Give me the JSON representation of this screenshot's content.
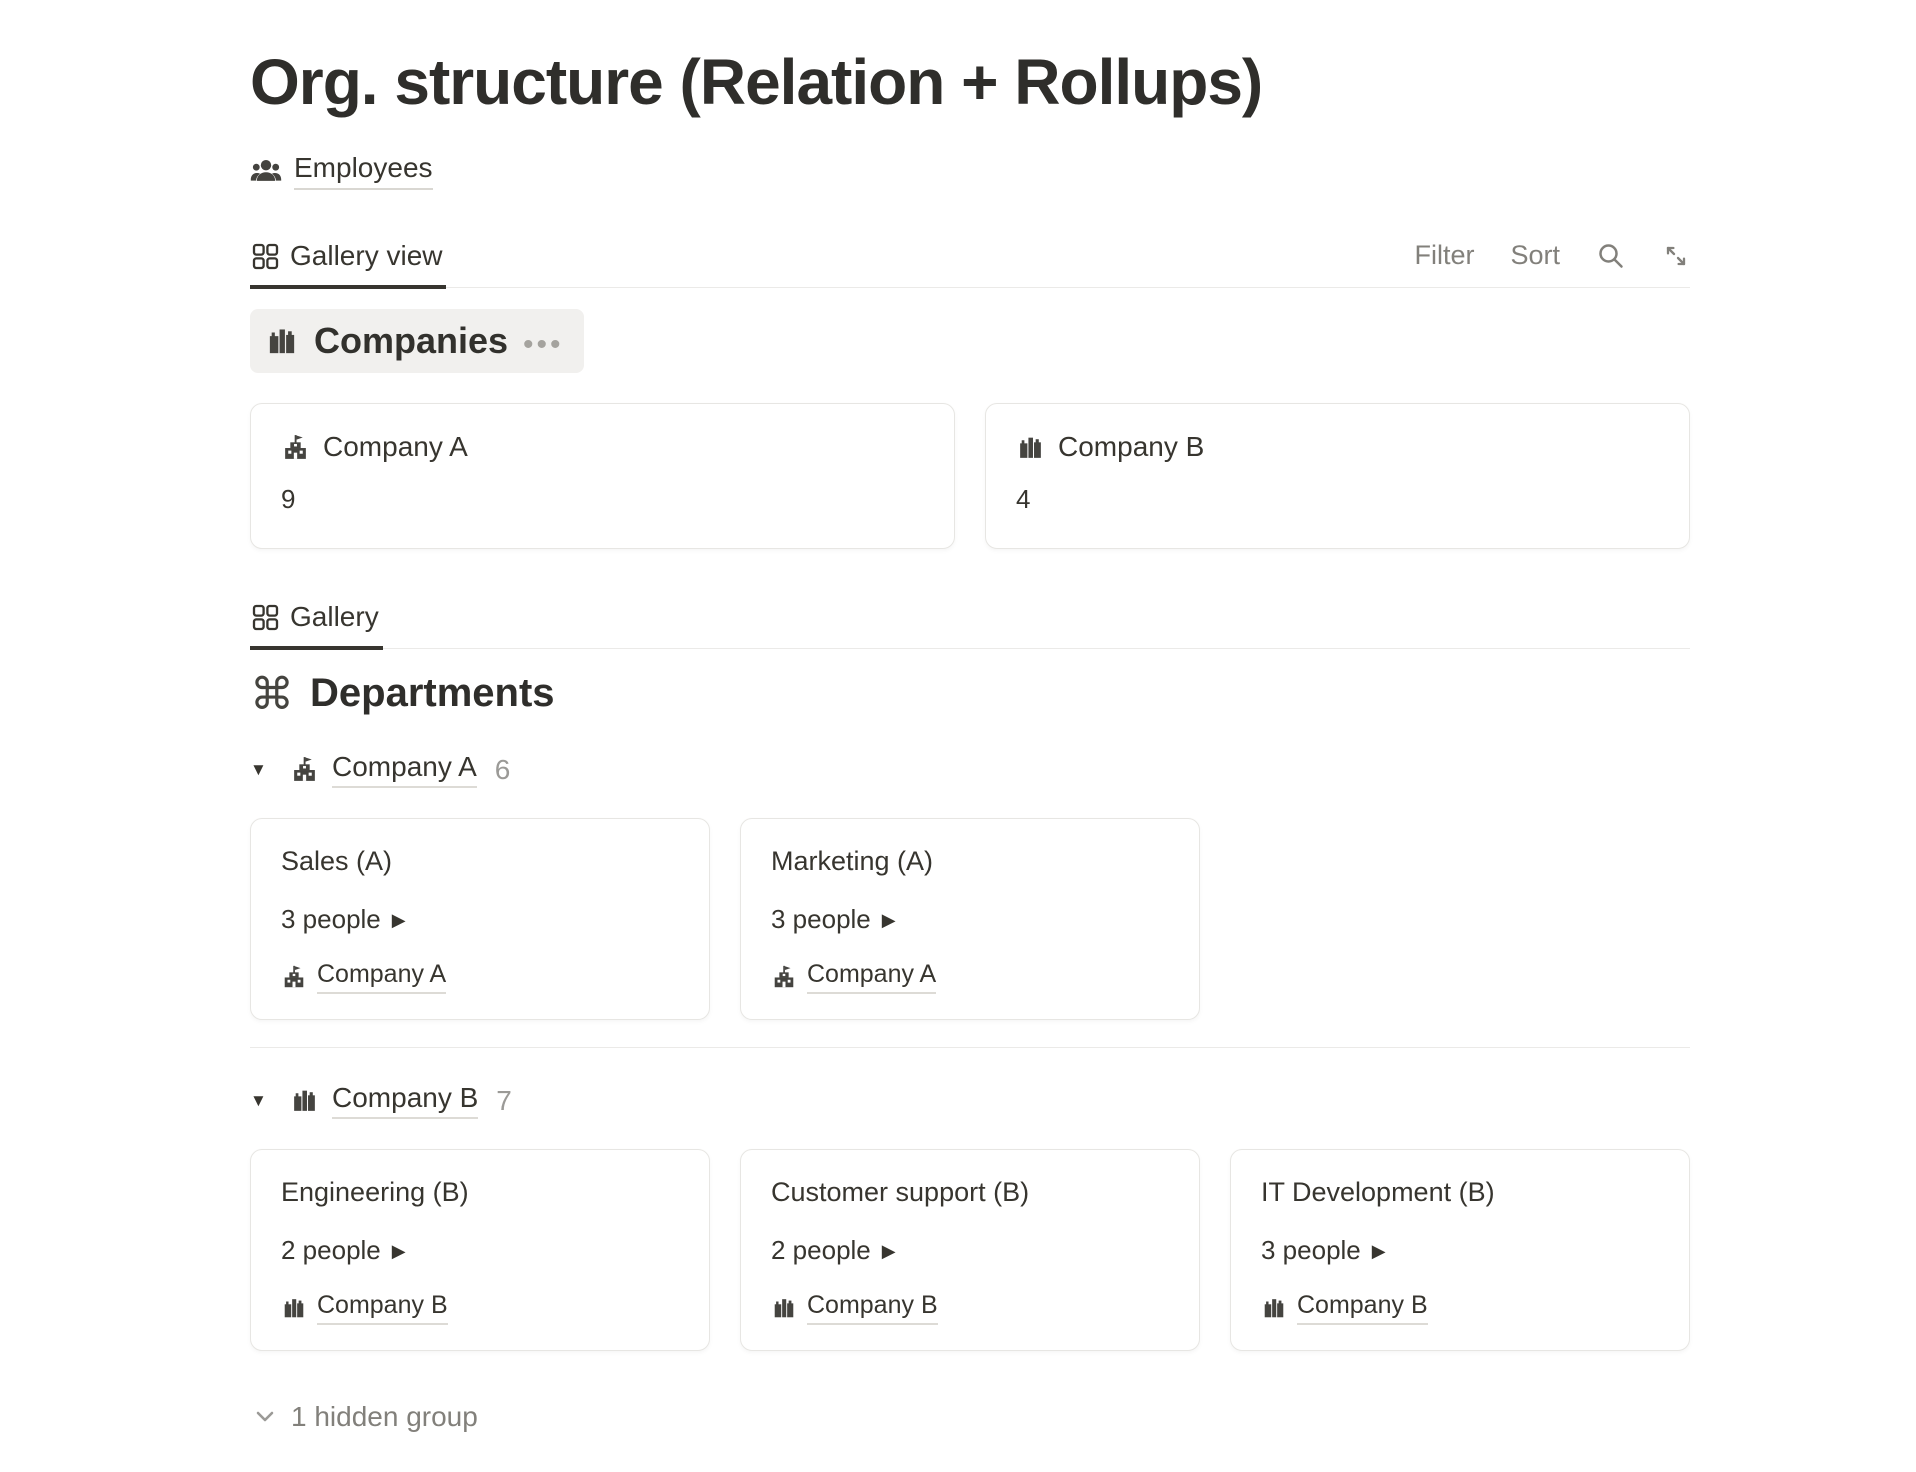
{
  "page": {
    "title": "Org. structure (Relation + Rollups)"
  },
  "employees": {
    "label": "Employees"
  },
  "view_toolbar": {
    "tab_label": "Gallery view",
    "filter_label": "Filter",
    "sort_label": "Sort"
  },
  "companies": {
    "group_label": "Companies",
    "cards": [
      {
        "name": "Company A",
        "count": "9",
        "icon": "school-building-icon"
      },
      {
        "name": "Company B",
        "count": "4",
        "icon": "city-buildings-icon"
      }
    ]
  },
  "departments": {
    "tab_label": "Gallery",
    "title": "Departments",
    "groups": [
      {
        "name": "Company A",
        "count": "6",
        "icon": "school-building-icon",
        "cards": [
          {
            "title": "Sales (A)",
            "people": "3 people",
            "company": "Company A"
          },
          {
            "title": "Marketing (A)",
            "people": "3 people",
            "company": "Company A"
          }
        ]
      },
      {
        "name": "Company B",
        "count": "7",
        "icon": "city-buildings-icon",
        "cards": [
          {
            "title": "Engineering (B)",
            "people": "2 people",
            "company": "Company B"
          },
          {
            "title": "Customer support (B)",
            "people": "2 people",
            "company": "Company B"
          },
          {
            "title": "IT Development (B)",
            "people": "3 people",
            "company": "Company B"
          }
        ]
      }
    ],
    "hidden_label": "1 hidden group"
  },
  "icons": {
    "command": "⌘",
    "triangle_down": "▼",
    "play": "▶",
    "dots": "•••"
  },
  "colors": {
    "text_primary": "#37352f",
    "text_secondary": "#82807b",
    "text_muted": "#9b9a97",
    "pill_background": "#f1f0ee",
    "card_border": "#e7e6e3",
    "divider": "#ebeae8"
  }
}
